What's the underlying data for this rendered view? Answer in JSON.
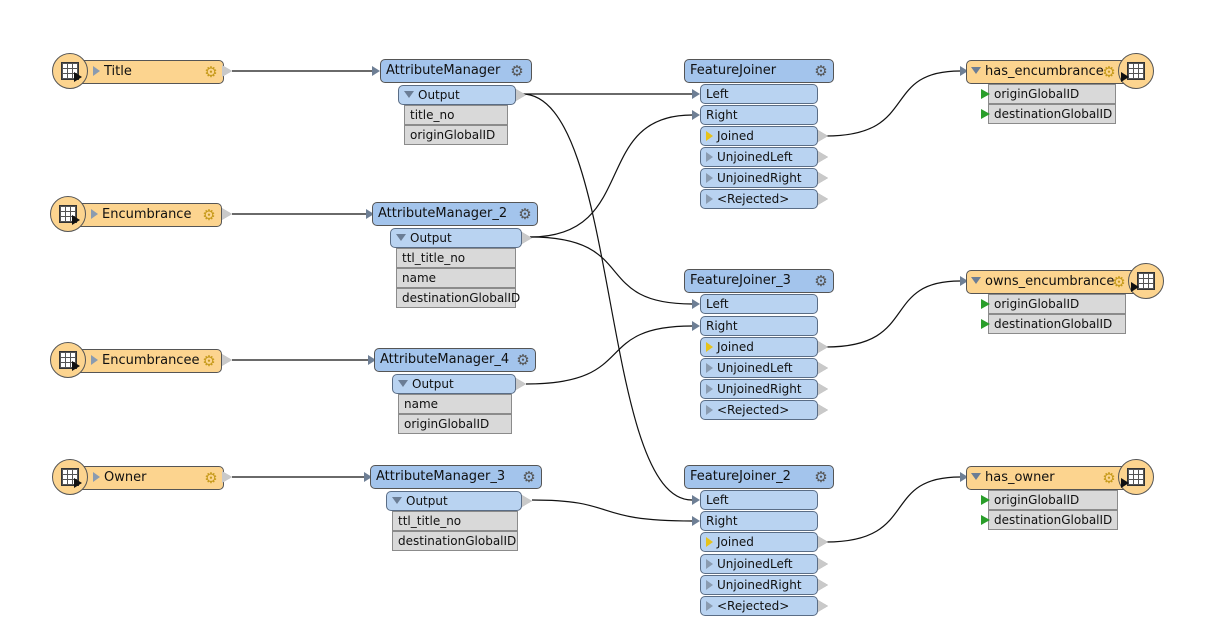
{
  "readers": [
    {
      "label": "Title"
    },
    {
      "label": "Encumbrance"
    },
    {
      "label": "Encumbrancee"
    },
    {
      "label": "Owner"
    }
  ],
  "attribute_managers": [
    {
      "name": "AttributeManager",
      "output": "Output",
      "attributes": [
        "title_no",
        "originGlobalID"
      ]
    },
    {
      "name": "AttributeManager_2",
      "output": "Output",
      "attributes": [
        "ttl_title_no",
        "name",
        "destinationGlobalID"
      ]
    },
    {
      "name": "AttributeManager_4",
      "output": "Output",
      "attributes": [
        "name",
        "originGlobalID"
      ]
    },
    {
      "name": "AttributeManager_3",
      "output": "Output",
      "attributes": [
        "ttl_title_no",
        "destinationGlobalID"
      ]
    }
  ],
  "feature_joiners": [
    {
      "name": "FeatureJoiner",
      "inputs": [
        "Left",
        "Right"
      ],
      "outputs": [
        "Joined",
        "UnjoinedLeft",
        "UnjoinedRight",
        "<Rejected>"
      ]
    },
    {
      "name": "FeatureJoiner_3",
      "inputs": [
        "Left",
        "Right"
      ],
      "outputs": [
        "Joined",
        "UnjoinedLeft",
        "UnjoinedRight",
        "<Rejected>"
      ]
    },
    {
      "name": "FeatureJoiner_2",
      "inputs": [
        "Left",
        "Right"
      ],
      "outputs": [
        "Joined",
        "UnjoinedLeft",
        "UnjoinedRight",
        "<Rejected>"
      ]
    }
  ],
  "writers": [
    {
      "name": "has_encumbrance",
      "attributes": [
        "originGlobalID",
        "destinationGlobalID"
      ]
    },
    {
      "name": "owns_encumbrance",
      "attributes": [
        "originGlobalID",
        "destinationGlobalID"
      ]
    },
    {
      "name": "has_owner",
      "attributes": [
        "originGlobalID",
        "destinationGlobalID"
      ]
    }
  ],
  "icons": {
    "gear": "gear-icon",
    "table": "table-icon"
  }
}
